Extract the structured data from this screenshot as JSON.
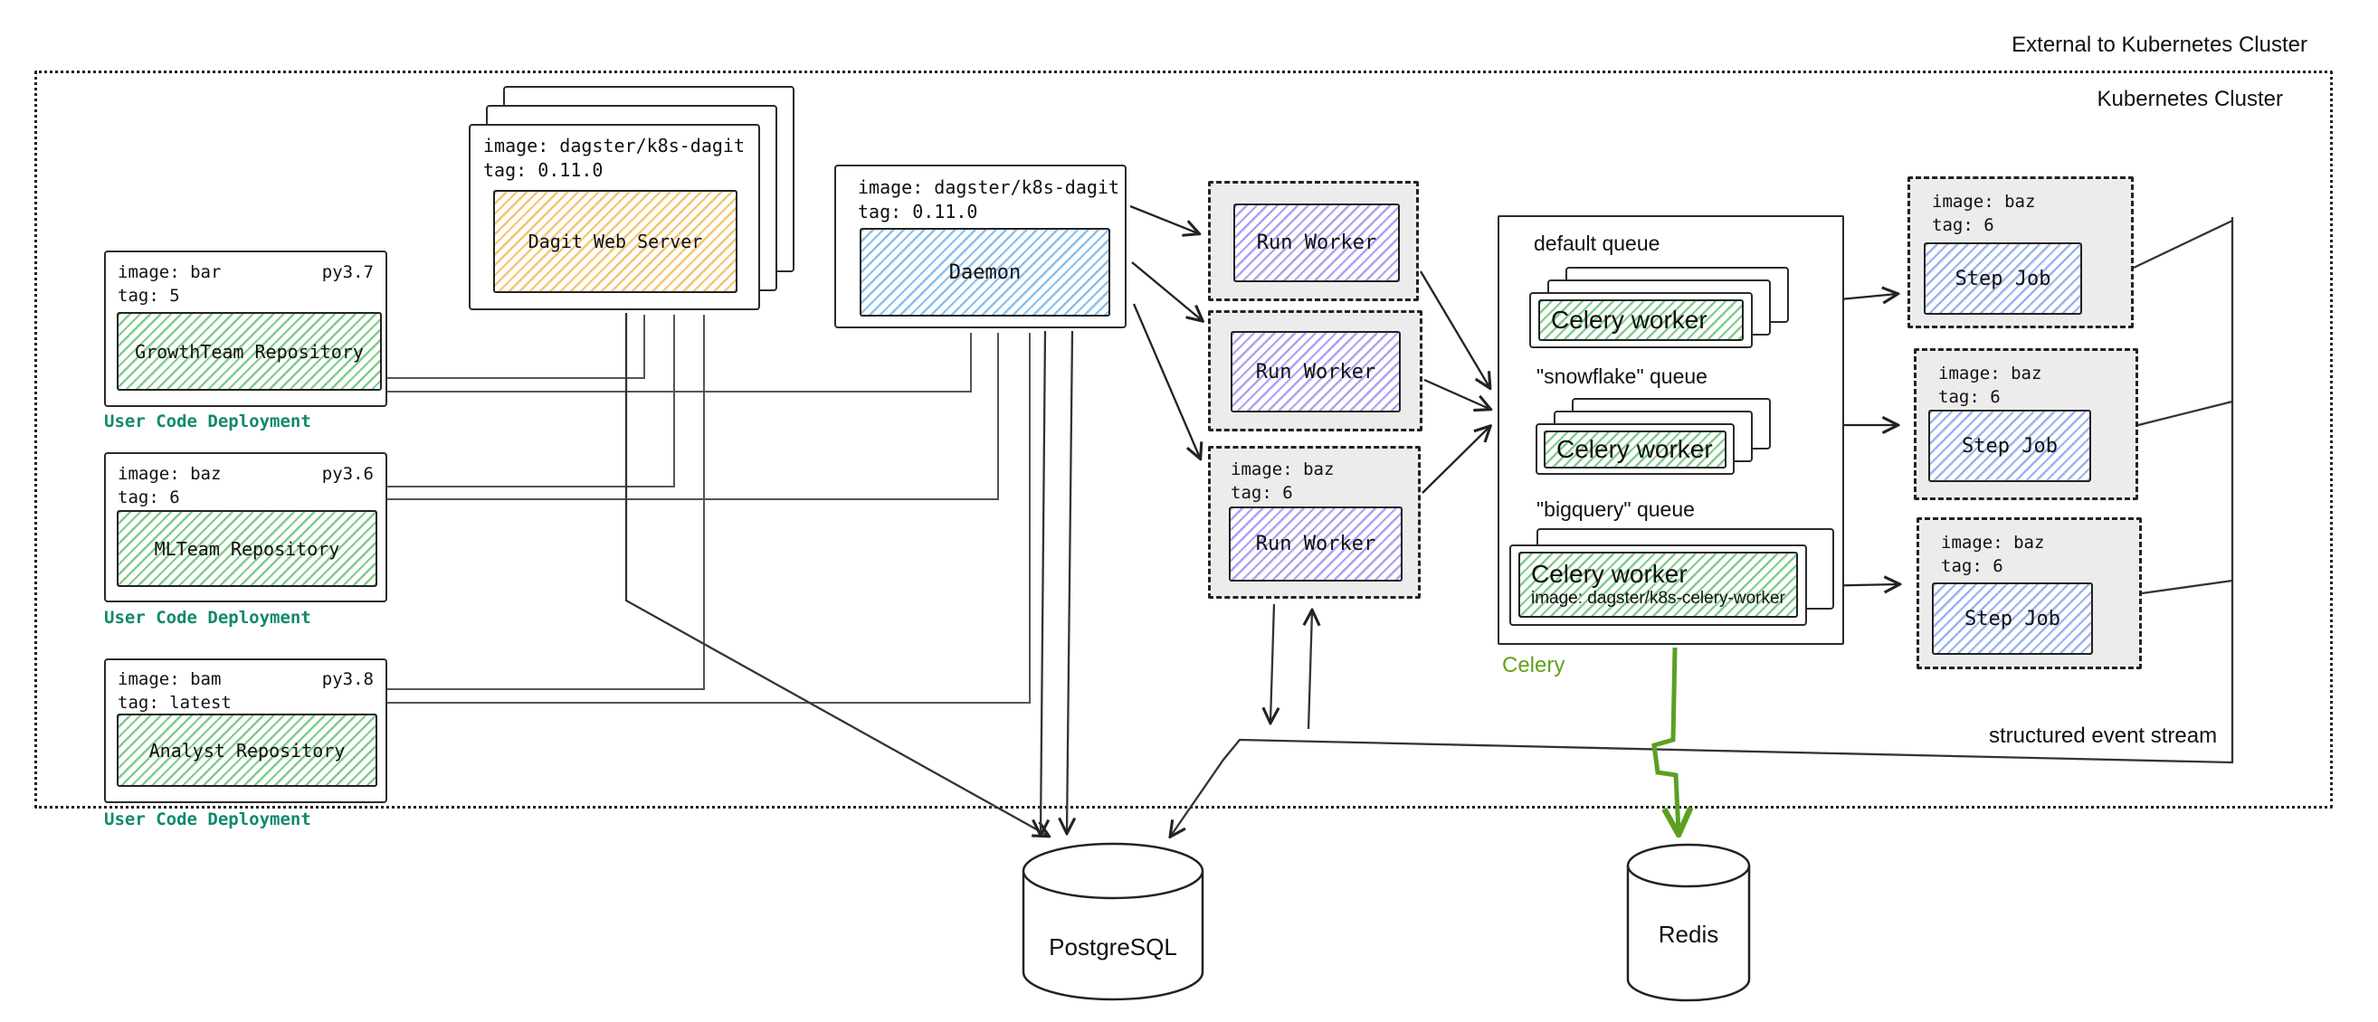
{
  "cluster": {
    "external_label": "External to Kubernetes Cluster",
    "internal_label": "Kubernetes Cluster"
  },
  "user_code_deployments": [
    {
      "image": "image: bar",
      "py": "py3.7",
      "tag": "tag: 5",
      "repository": "GrowthTeam Repository",
      "caption": "User Code Deployment"
    },
    {
      "image": "image: baz",
      "py": "py3.6",
      "tag": "tag: 6",
      "repository": "MLTeam Repository",
      "caption": "User Code Deployment"
    },
    {
      "image": "image: bam",
      "py": "py3.8",
      "tag": "tag: latest",
      "repository": "Analyst Repository",
      "caption": "User Code Deployment"
    }
  ],
  "dagit": {
    "image": "image: dagster/k8s-dagit",
    "tag": "tag: 0.11.0",
    "title": "Dagit Web Server"
  },
  "daemon": {
    "image": "image: dagster/k8s-dagit",
    "tag": "tag: 0.11.0",
    "title": "Daemon"
  },
  "run_workers": [
    {
      "title": "Run Worker"
    },
    {
      "title": "Run Worker"
    },
    {
      "image": "image: baz",
      "tag": "tag: 6",
      "title": "Run Worker"
    }
  ],
  "celery": {
    "label": "Celery",
    "queues": [
      {
        "name": "default queue",
        "worker": "Celery worker"
      },
      {
        "name": "\"snowflake\" queue",
        "worker": "Celery worker"
      },
      {
        "name": "\"bigquery\" queue",
        "worker": "Celery worker",
        "worker_image": "image: dagster/k8s-celery-worker"
      }
    ]
  },
  "step_jobs": [
    {
      "image": "image: baz",
      "tag": "tag: 6",
      "title": "Step Job"
    },
    {
      "image": "image: baz",
      "tag": "tag: 6",
      "title": "Step Job"
    },
    {
      "image": "image: baz",
      "tag": "tag: 6",
      "title": "Step Job"
    }
  ],
  "databases": {
    "postgres": "PostgreSQL",
    "redis": "Redis"
  },
  "annotations": {
    "event_stream": "structured event stream"
  },
  "colors": {
    "repo_hatch": "#79c987",
    "dagit_hatch": "#f3c26b",
    "daemon_hatch": "#85bdeb",
    "run_worker_hatch": "#a89df2",
    "step_job_hatch": "#98aef0",
    "deployment_label": "#12896c",
    "celery_label": "#63a117",
    "redis_arrow": "#5ba021"
  }
}
